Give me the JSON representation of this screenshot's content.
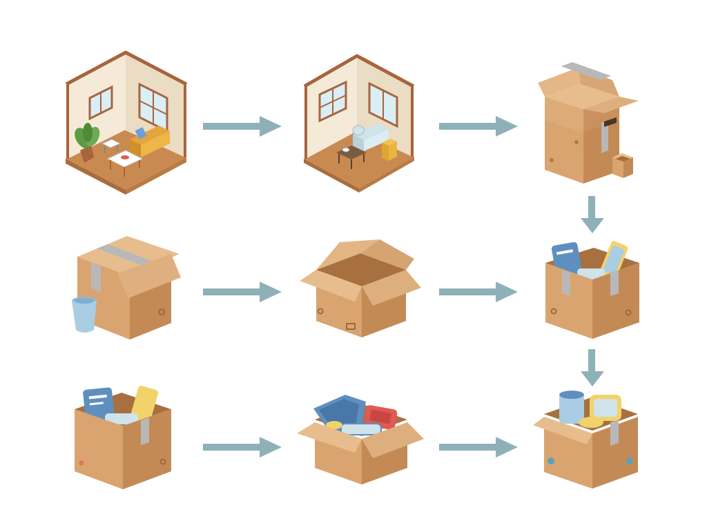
{
  "diagram": {
    "type": "process-flow",
    "rows": 3,
    "columns": 3,
    "steps": [
      {
        "id": "furnished-room",
        "icon": "furnished-room-icon"
      },
      {
        "id": "emptier-room",
        "icon": "sparse-room-icon"
      },
      {
        "id": "stacked-taped-boxes",
        "icon": "stacked-boxes-icon"
      },
      {
        "id": "taped-box-with-bin",
        "icon": "taped-box-bin-icon"
      },
      {
        "id": "empty-open-box",
        "icon": "open-box-icon"
      },
      {
        "id": "box-with-items",
        "icon": "filled-box-icon"
      },
      {
        "id": "packed-box",
        "icon": "packed-box-icon"
      },
      {
        "id": "box-with-containers",
        "icon": "box-containers-icon"
      },
      {
        "id": "final-box",
        "icon": "final-box-icon"
      }
    ],
    "connections": [
      {
        "from": "furnished-room",
        "to": "emptier-room",
        "direction": "right"
      },
      {
        "from": "emptier-room",
        "to": "stacked-taped-boxes",
        "direction": "right"
      },
      {
        "from": "stacked-taped-boxes",
        "to": "box-with-items",
        "direction": "down"
      },
      {
        "from": "taped-box-with-bin",
        "to": "empty-open-box",
        "direction": "right"
      },
      {
        "from": "empty-open-box",
        "to": "box-with-items",
        "direction": "right"
      },
      {
        "from": "box-with-items",
        "to": "final-box",
        "direction": "down"
      },
      {
        "from": "packed-box",
        "to": "box-with-containers",
        "direction": "right"
      },
      {
        "from": "box-with-containers",
        "to": "final-box",
        "direction": "right"
      }
    ],
    "colors": {
      "arrow": "#8eb1b8",
      "cardboard": "#d9a46f",
      "cardboard_dark": "#c48a55",
      "cardboard_light": "#e8bd8d",
      "tape": "#b8b8b8",
      "wall": "#f5ead8",
      "wall_side": "#ebdcc4",
      "floor": "#c98a52",
      "frame": "#a8643e",
      "sofa": "#e3a53c",
      "sofa_blue": "#cfe3ea",
      "plant": "#5e9a42",
      "blue_item": "#5f8fbf",
      "yellow_item": "#f2d36b",
      "red_item": "#e05a55",
      "bin": "#a9cde3"
    }
  }
}
